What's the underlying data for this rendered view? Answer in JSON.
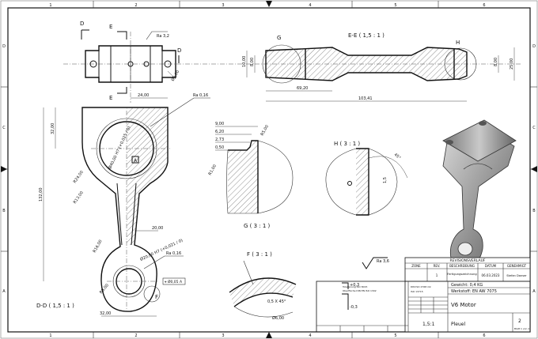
{
  "zone_numbers": [
    "1",
    "2",
    "3",
    "4",
    "5",
    "6"
  ],
  "zone_letters": [
    "A",
    "B",
    "C",
    "D"
  ],
  "views": {
    "dd_label": "D-D ( 1,5 : 1 )",
    "ee_label": "E-E ( 1,5 : 1 )",
    "g_label": "G ( 3 : 1 )",
    "h_label": "H ( 3 : 1 )",
    "f_label": "F ( 3 : 1 )",
    "section_d": "D",
    "section_e": "E",
    "detail_g": "G",
    "detail_h": "H",
    "detail_f": "F",
    "datum_a": "A"
  },
  "dimensions": {
    "ra32_top": "Ra 3,2",
    "ra016_a": "Ra 0,16",
    "ra016_b": "Ra 0,16",
    "ra32_tb": "Ra 3,2",
    "d_small": "Ø5,00",
    "w2400": "24,00",
    "h3200": "32,00",
    "r2400": "R24,00",
    "r1300": "R13,00",
    "l13200": "132,00",
    "bore_big": "Ø40,00 H7 (+0,025 / 0)",
    "w2000": "20,00",
    "r1600": "R16,00",
    "bore_small": "Ø20,00 H7 (+0,021 / 0)",
    "r900": "R9,00",
    "pos_tol": "⌖ Ø0,05 A",
    "w3200": "32,00",
    "e1000": "10,00",
    "e800": "8,00",
    "e6920": "69,20",
    "e10341": "103,41",
    "e2500": "25,00",
    "e800b": "8,00",
    "g900": "9,00",
    "g620": "6,20",
    "g273": "2,73",
    "g050": "0,50",
    "g500": "R5,00",
    "g100": "R1,00",
    "h45": "45°",
    "h15": "1,5",
    "f_chamfer": "0,5 X 45°",
    "f_d600": "Ø6,00",
    "fit_plus": "+0,3",
    "fit_minus": "-0,3",
    "ra_tb_box": "Ra 3,6"
  },
  "title_block": {
    "revisions_title": "REVISIONSVERLAUF",
    "rev_headers": [
      "ZONE",
      "REV.",
      "BESCHREIBUNG",
      "DATUM",
      "GENEHMIGT"
    ],
    "rev_row": [
      "",
      "1",
      "Fertigungszeichnung",
      "06.03.2023",
      "Stefan Danser"
    ],
    "weight": "Gewicht: 0,4 KG",
    "material": "Werkstoff: EN AW 7075",
    "general_tol_1": "Tolerierung ISO 8015",
    "general_tol_2": "Oberfläche DIN EN ISO 1302",
    "norm_1": "DIN ISO 2768 mk",
    "norm_2": "ISO 13715",
    "scale": "1,5:1",
    "project": "V6 Motor",
    "part": "Pleuel",
    "sheet_no": "2",
    "sheet_footer": "Blatt 1 von 1"
  }
}
